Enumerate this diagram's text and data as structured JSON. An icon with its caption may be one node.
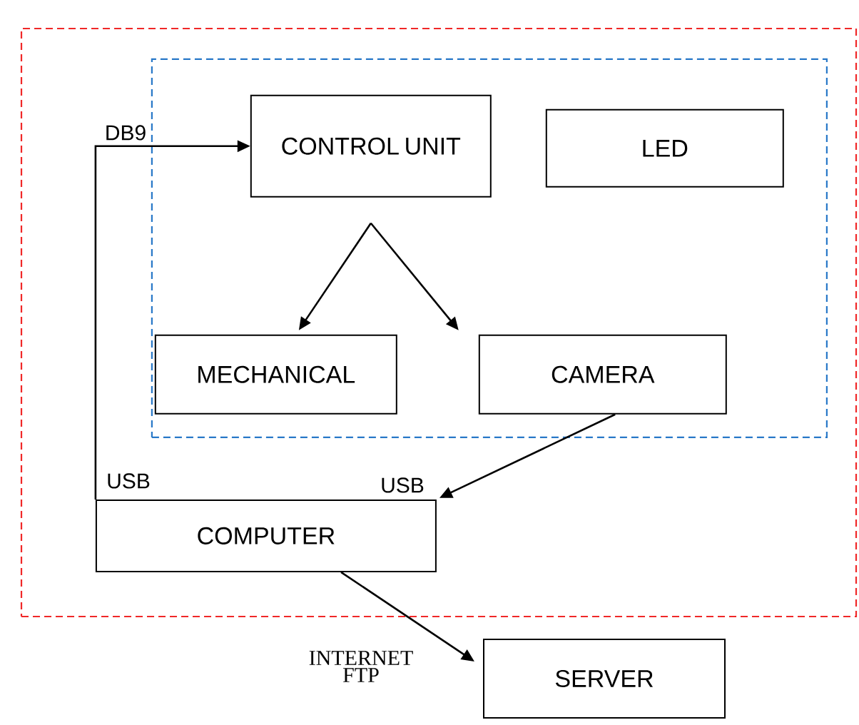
{
  "diagram": {
    "nodes": [
      {
        "text": [],
        "shape": "box"
      },
      {
        "text": [],
        "shape": "box",
        "in": 0
      },
      {
        "text": [
          "CONTROL UNIT"
        ],
        "in": 1
      },
      {
        "text": [
          "LED"
        ],
        "in": 1
      },
      {
        "text": [
          "MECHANICAL"
        ],
        "in": 1
      },
      {
        "text": [
          "CAMERA"
        ],
        "in": 1
      },
      {
        "text": [
          "COMPUTER"
        ],
        "in": 0
      },
      {
        "text": [
          "SERVER"
        ]
      }
    ],
    "edges": [
      {
        "from": 6,
        "to": 2,
        "arrow": "to"
      },
      {
        "from": 2,
        "to": 4,
        "arrow": "to"
      },
      {
        "from": 2,
        "to": 5,
        "arrow": "to"
      },
      {
        "from": 5,
        "to": 6,
        "arrow": "to"
      },
      {
        "from": 6,
        "to": 7,
        "arrow": "to",
        "label": "INTERNET FTP"
      }
    ],
    "labels": [
      "DB9",
      "USB",
      "USB"
    ]
  }
}
